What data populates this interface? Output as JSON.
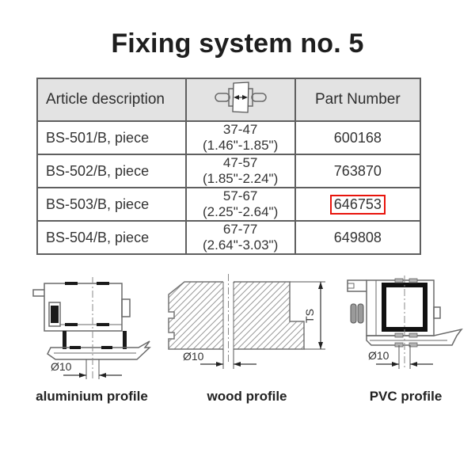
{
  "page": {
    "title": "Fixing system no. 5"
  },
  "table": {
    "headers": {
      "article": "Article description",
      "middle_icon": "panel-thickness-icon",
      "part_number": "Part Number"
    },
    "rows": [
      {
        "article": "BS-501/B, piece",
        "range_mm": "37-47",
        "range_in": "(1.46\"-1.85\")",
        "part": "600168",
        "highlighted": false
      },
      {
        "article": "BS-502/B, piece",
        "range_mm": "47-57",
        "range_in": "(1.85\"-2.24\")",
        "part": "763870",
        "highlighted": false
      },
      {
        "article": "BS-503/B, piece",
        "range_mm": "57-67",
        "range_in": "(2.25\"-2.64\")",
        "part": "646753",
        "highlighted": true
      },
      {
        "article": "BS-504/B, piece",
        "range_mm": "67-77",
        "range_in": "(2.64\"-3.03\")",
        "part": "649808",
        "highlighted": false
      }
    ]
  },
  "drawings": [
    {
      "label": "aluminium profile",
      "hole_dimension": "Ø10"
    },
    {
      "label": "wood profile",
      "hole_dimension": "Ø10",
      "thickness_dimension": "TS"
    },
    {
      "label": "PVC profile",
      "hole_dimension": "Ø10"
    }
  ],
  "colors": {
    "header_background": "#e3e3e3",
    "table_border": "#5f5f5f",
    "body_text": "#333333",
    "highlight_box": "#e8140c",
    "drawing_line": "#6a6a6a"
  }
}
